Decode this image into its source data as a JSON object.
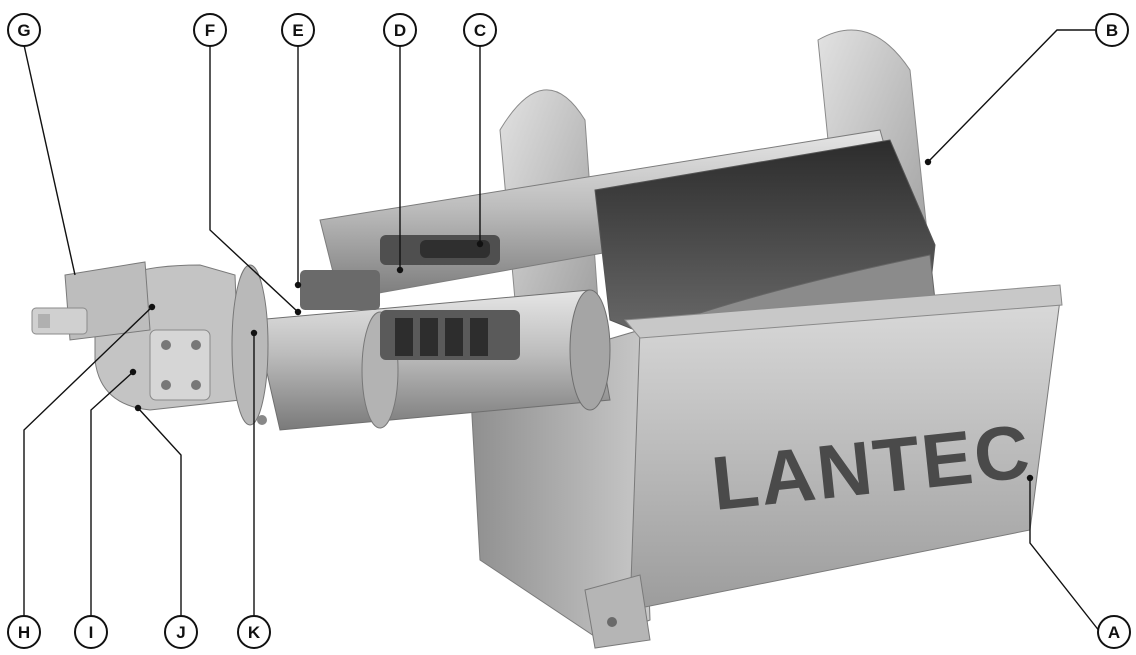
{
  "brand": {
    "text": "LANTEC"
  },
  "callouts": [
    {
      "id": "G",
      "label": "G"
    },
    {
      "id": "F",
      "label": "F"
    },
    {
      "id": "E",
      "label": "E"
    },
    {
      "id": "D",
      "label": "D"
    },
    {
      "id": "C",
      "label": "C"
    },
    {
      "id": "B",
      "label": "B"
    },
    {
      "id": "H",
      "label": "H"
    },
    {
      "id": "I",
      "label": "I"
    },
    {
      "id": "J",
      "label": "J"
    },
    {
      "id": "K",
      "label": "K"
    },
    {
      "id": "A",
      "label": "A"
    }
  ],
  "colors": {
    "background": "#ffffff",
    "metal_light": "#d4d4d4",
    "metal_mid": "#a9a9a9",
    "metal_dark": "#6e6e6e",
    "interior_dark": "#3a3a3a",
    "callout_stroke": "#111111",
    "brand_text": "#4a4a4a"
  }
}
